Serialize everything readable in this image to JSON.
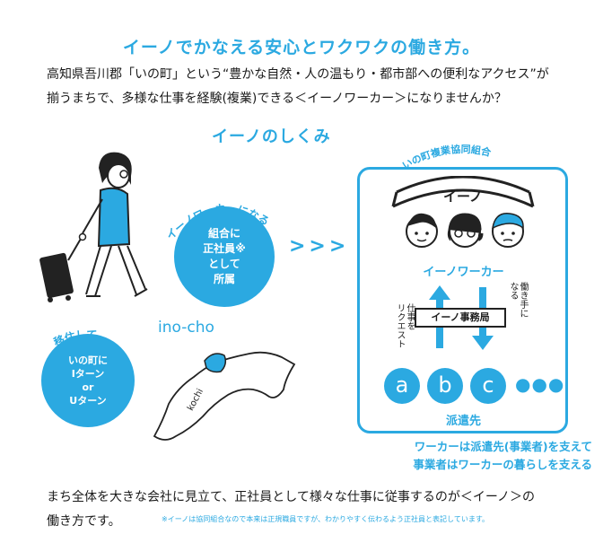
{
  "header": {
    "title": "イーノでかなえる安心とワクワクの働き方。",
    "intro_line1": "高知県吾川郡「いの町」という“豊かな自然・人の温もり・都市部への便利なアクセス”が",
    "intro_line2": "揃うまちで、多様な仕事を経験(複業)できる＜イーノワーカー＞になりませんか？"
  },
  "diagram": {
    "heading": "イーノのしくみ",
    "become_label": "イーノワーカーになる",
    "employee_circle": [
      "組合に",
      "正社員※",
      "として",
      "所属"
    ],
    "arrows": ">>>",
    "migrate_label": "移住して",
    "migrate_circle": [
      "いの町に",
      "Iターン",
      "or",
      "Uターン"
    ],
    "map_title": "ino-cho",
    "map_label": "kochi",
    "cooperative_arc": "いの町複業協同組合",
    "cooperative_name": "イーノ",
    "worker_label": "イーノワーカー",
    "office_label": "イーノ事務局",
    "request_label": [
      "仕事を",
      "リクエスト"
    ],
    "worker_side_label": [
      "働き手に",
      "なる"
    ],
    "companies": [
      "a",
      "b",
      "c"
    ],
    "more": "●●●",
    "dispatch_label": "派遣先",
    "support_line1": "ワーカーは派遣先(事業者)を支えて",
    "support_line2": "事業者はワーカーの暮らしを支える"
  },
  "footer": {
    "line1": "まち全体を大きな会社に見立て、正社員として様々な仕事に従事するのが＜イーノ＞の",
    "line2": "働き方です。",
    "note": "※イーノは協同組合なので本来は正規職員ですが、わかりやすく伝わるよう正社員と表記しています。"
  },
  "colors": {
    "accent": "#2ba9e1",
    "ink": "#1a1a1a"
  }
}
